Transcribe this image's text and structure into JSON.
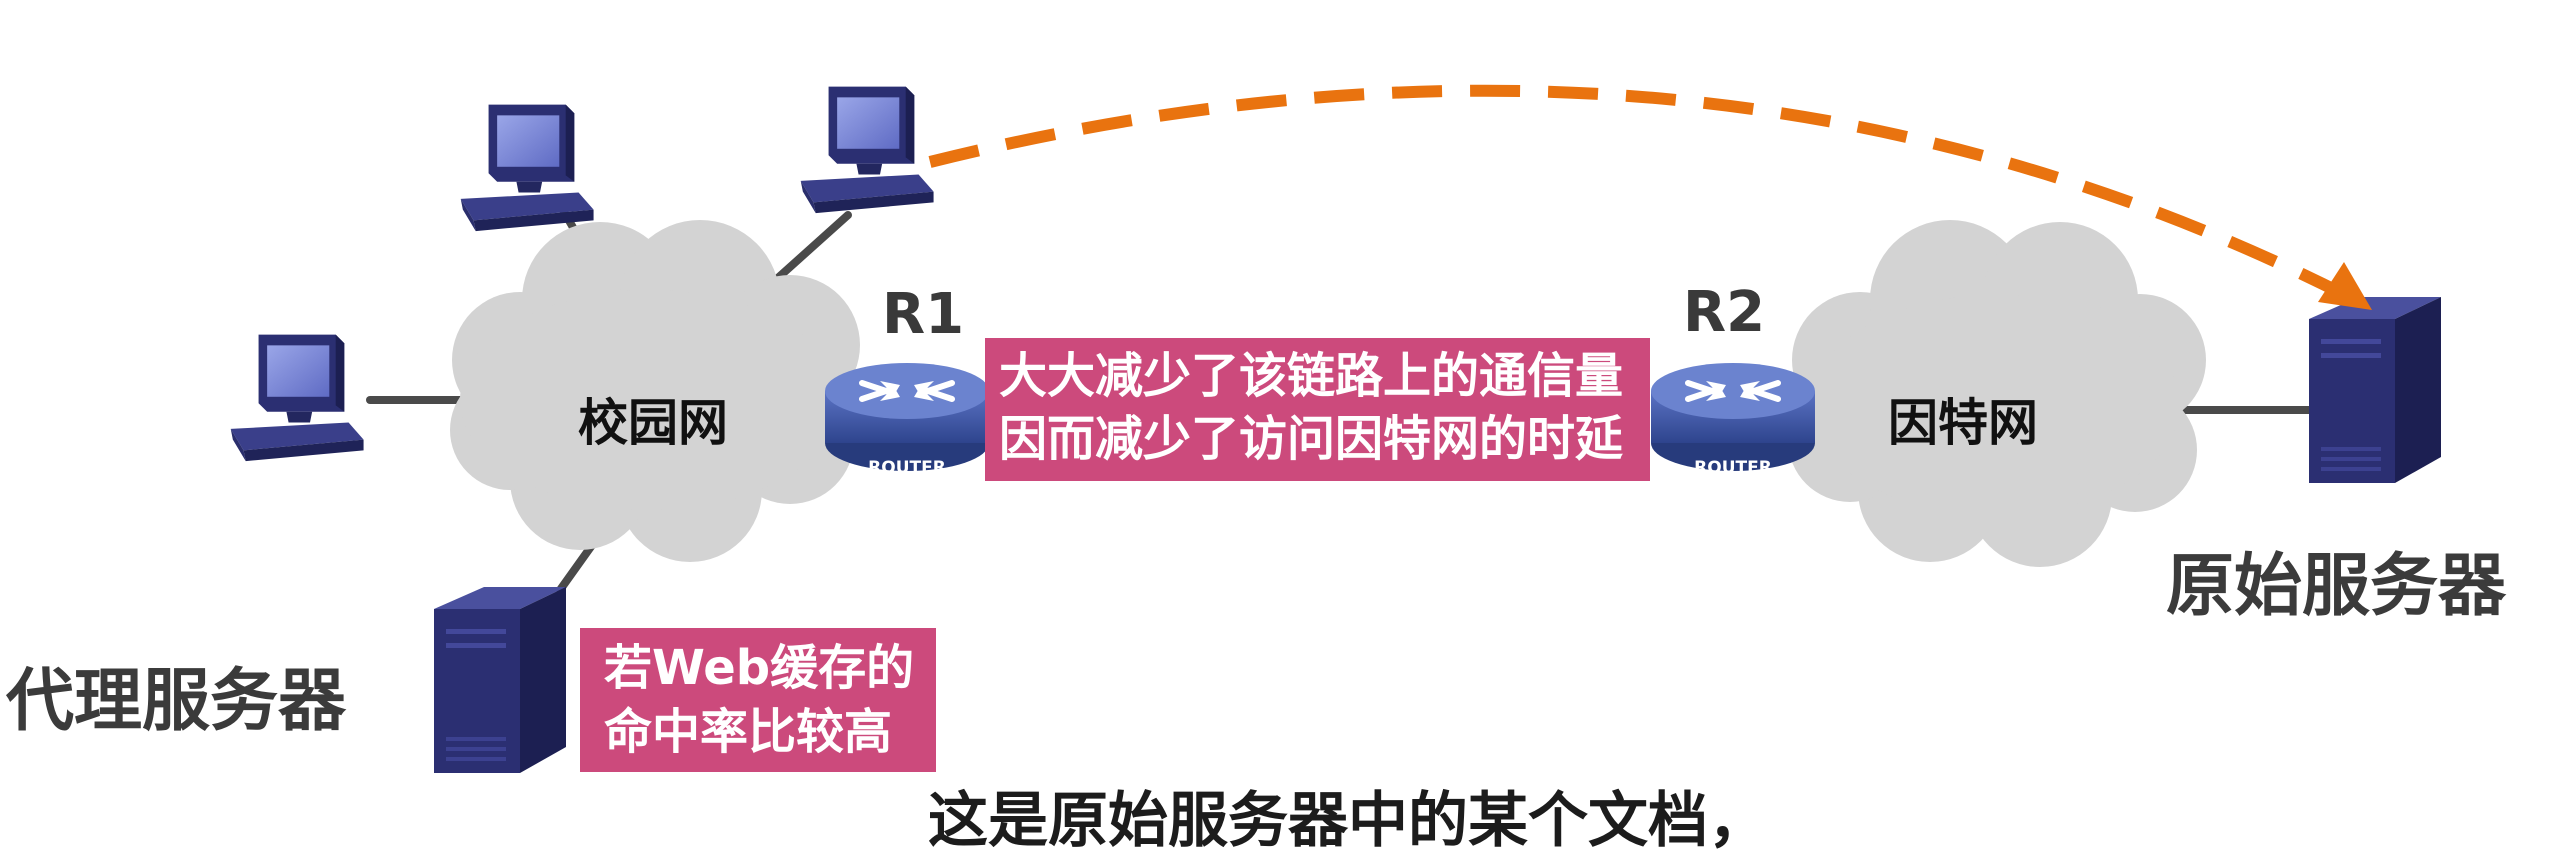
{
  "clouds": {
    "campus": "校园网",
    "internet": "因特网"
  },
  "routers": {
    "r1": {
      "name": "R1",
      "badge": "ROUTER"
    },
    "r2": {
      "name": "R2",
      "badge": "ROUTER"
    }
  },
  "servers": {
    "proxy": "代理服务器",
    "origin": "原始服务器"
  },
  "callouts": {
    "link_line1": "大大减少了该链路上的通信量",
    "link_line2": "因而减少了访问因特网的时延",
    "cache_line1": "若Web缓存的",
    "cache_line2": "命中率比较高"
  },
  "subtitle": "这是原始服务器中的某个文档，",
  "colors": {
    "cloud": "#d3d3d3",
    "router": "#3f57a6",
    "callout": "#cc4a7c",
    "arrow": "#e9730f",
    "device": "#2b2f72",
    "link": "#4a4a4a"
  }
}
